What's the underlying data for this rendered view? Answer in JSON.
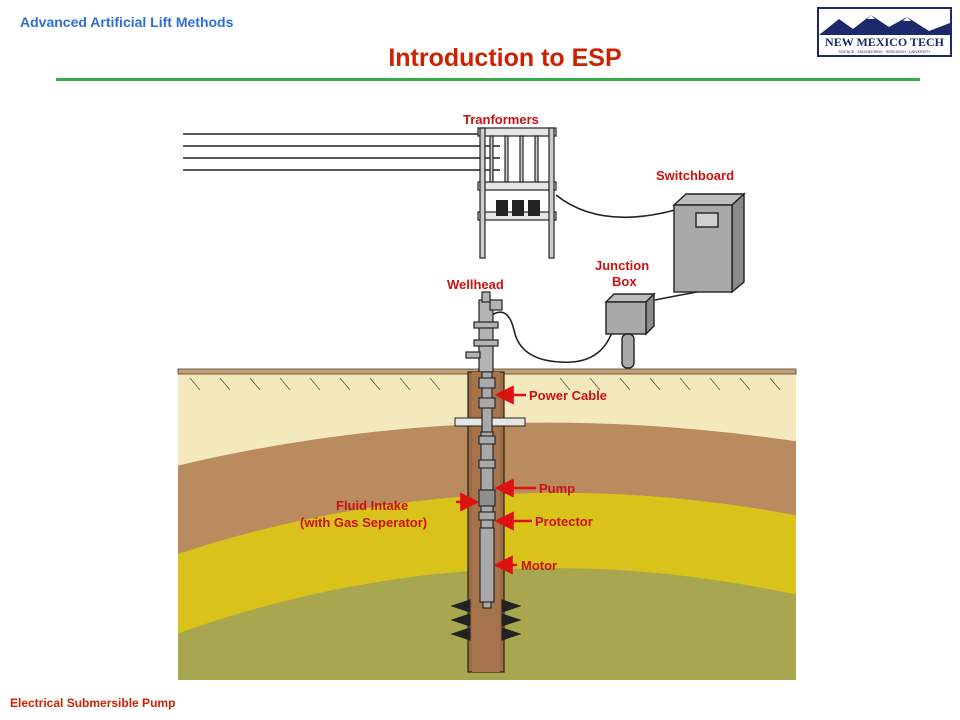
{
  "header": {
    "course_title": "Advanced Artificial  Lift Methods",
    "slide_title": "Introduction to ESP",
    "logo_text": "NEW MEXICO TECH",
    "logo_tagline": "SCIENCE · ENGINEERING · RESEARCH · UNIVERSITY"
  },
  "diagram": {
    "labels": {
      "transformers": "Tranformers",
      "switchboard": "Switchboard",
      "junction_box_line1": "Junction",
      "junction_box_line2": "Box",
      "wellhead": "Wellhead",
      "power_cable": "Power Cable",
      "pump": "Pump",
      "fluid_intake_line1": "Fluid Intake",
      "fluid_intake_line2": "(with Gas Seperator)",
      "protector": "Protector",
      "motor": "Motor"
    },
    "colors": {
      "label": "#cc1111",
      "surface_soil": "#f3e9bd",
      "clay_layer": "#b98b5f",
      "yellow_layer": "#d9c21a",
      "olive_layer": "#a8a74f",
      "casing": "#9c6a43",
      "equipment": "#9a9a9a"
    }
  },
  "footer": {
    "label": "Electrical Submersible Pump"
  }
}
